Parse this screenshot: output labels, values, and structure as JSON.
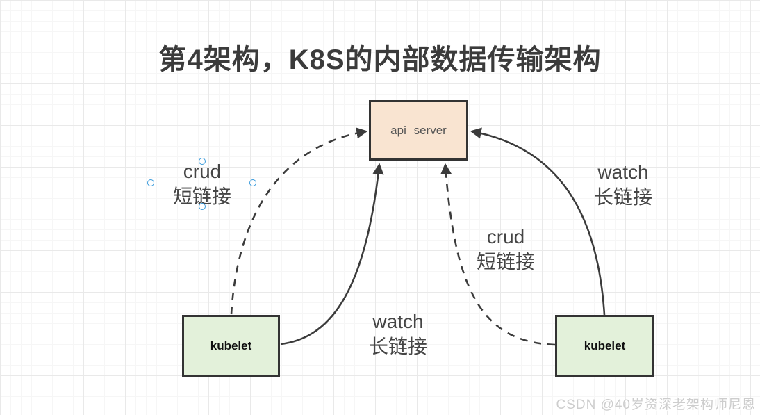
{
  "title": "第4架构，K8S的内部数据传输架构",
  "nodes": {
    "api_server": {
      "label": "api server"
    },
    "kubelet_left": {
      "label": "kubelet"
    },
    "kubelet_right": {
      "label": "kubelet"
    }
  },
  "edges": {
    "left_crud": {
      "label": "crud\n短链接",
      "style": "dashed",
      "from": "kubelet_left",
      "to": "api_server"
    },
    "left_watch": {
      "label": "watch\n长链接",
      "style": "solid",
      "from": "kubelet_left",
      "to": "api_server"
    },
    "right_crud": {
      "label": "crud\n短链接",
      "style": "dashed",
      "from": "kubelet_right",
      "to": "api_server"
    },
    "right_watch": {
      "label": "watch\n长链接",
      "style": "solid",
      "from": "kubelet_right",
      "to": "api_server"
    }
  },
  "watermark": "CSDN @40岁资深老架构师尼恩",
  "colors": {
    "api_server_fill": "#f9e4d1",
    "kubelet_fill": "#e3f1da",
    "node_border": "#333333",
    "line": "#3b3b3b",
    "title_text": "#3b3b3b",
    "label_text": "#454545",
    "handle_stroke": "#3a9bdc",
    "watermark_text": "#cdcdcd"
  }
}
